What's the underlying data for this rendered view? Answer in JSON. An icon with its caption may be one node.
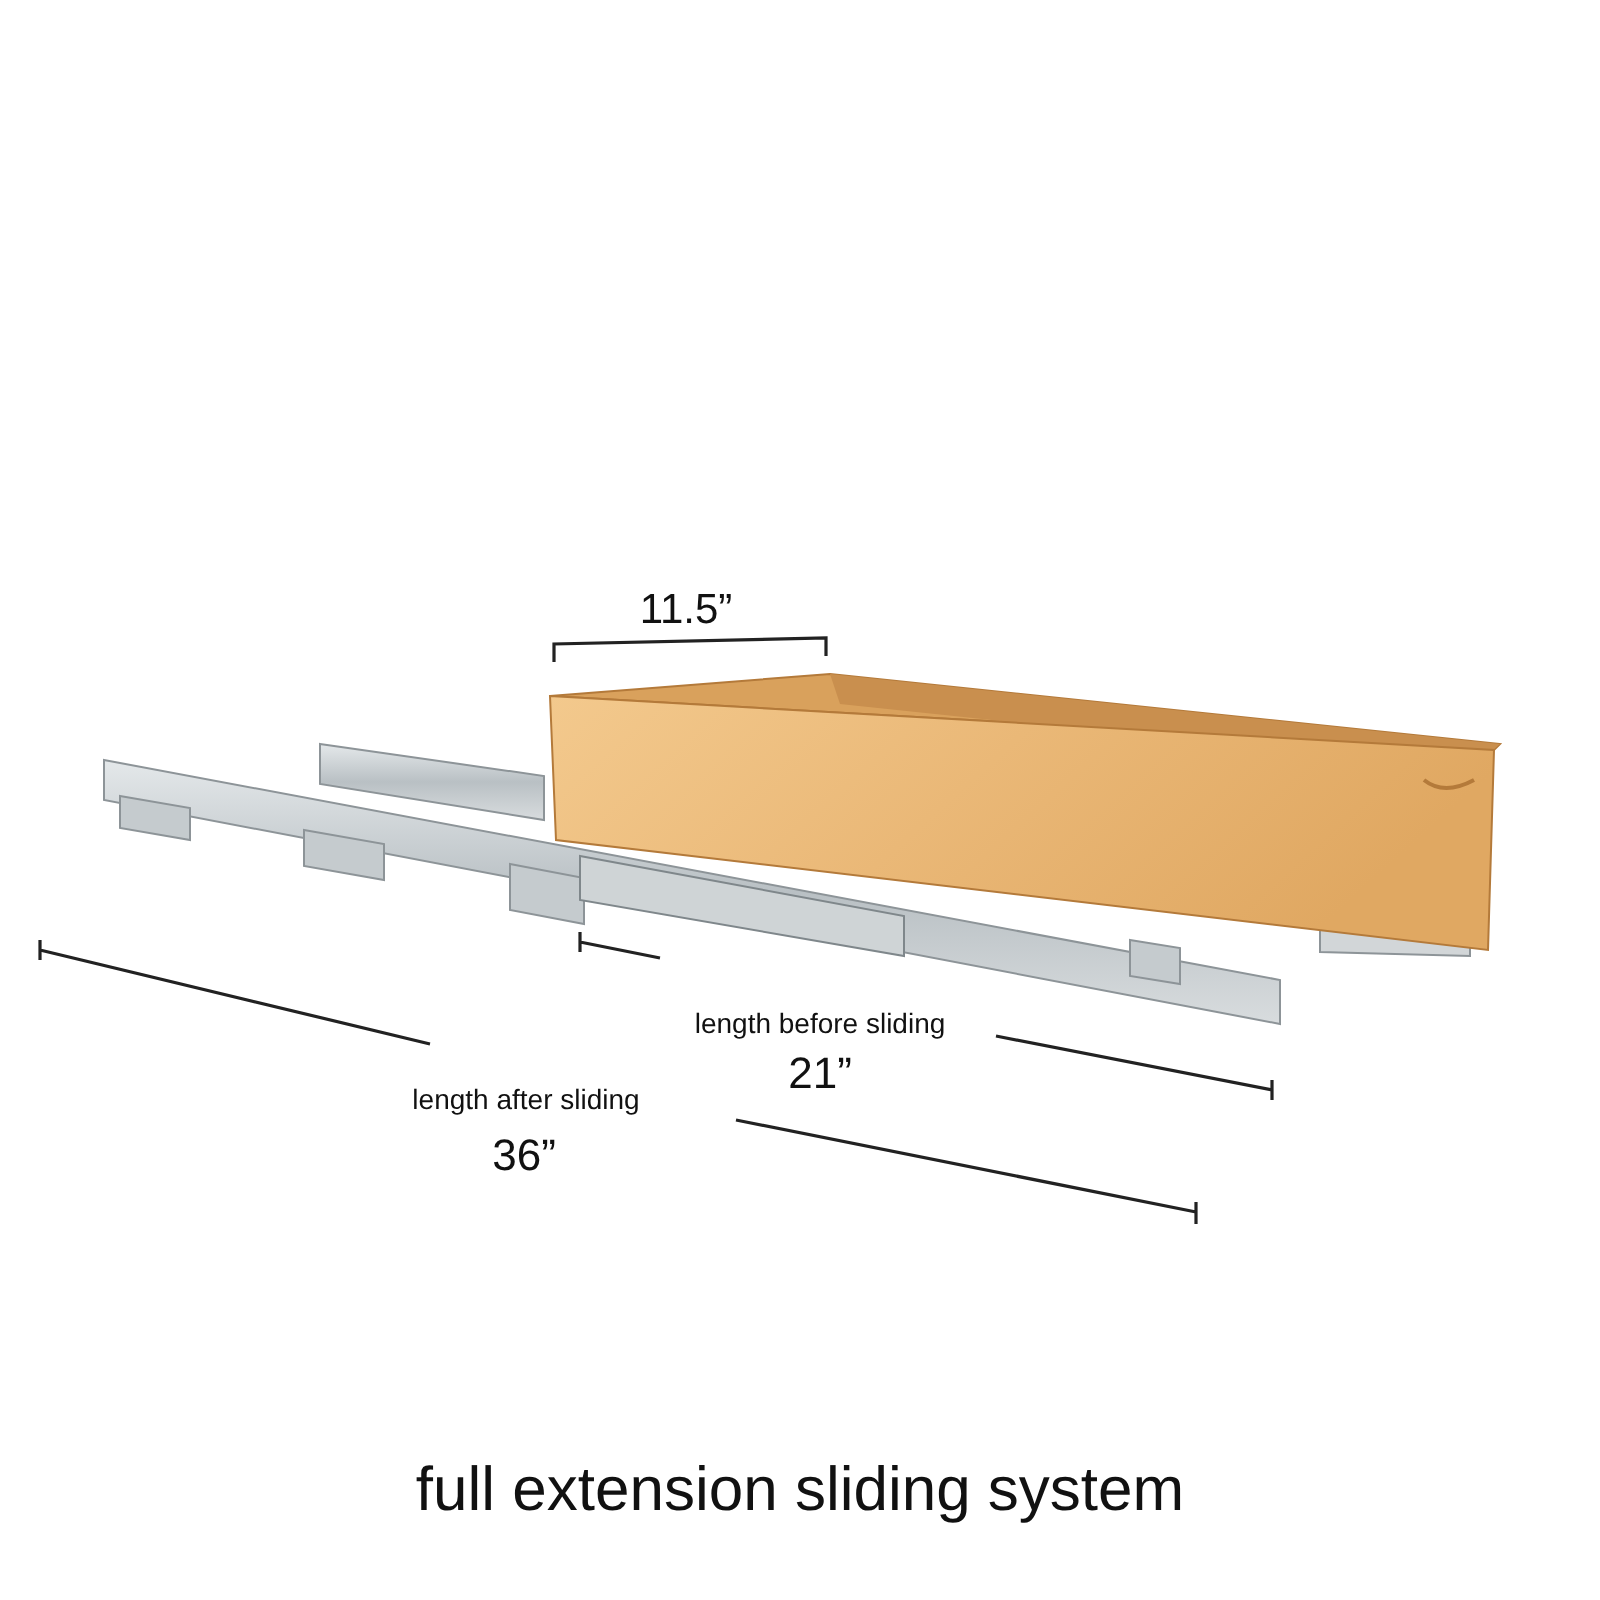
{
  "diagram": {
    "caption": "full extension sliding system",
    "labels": [
      "11.5”",
      "length before sliding",
      "21”",
      "length after sliding",
      "36”"
    ]
  }
}
